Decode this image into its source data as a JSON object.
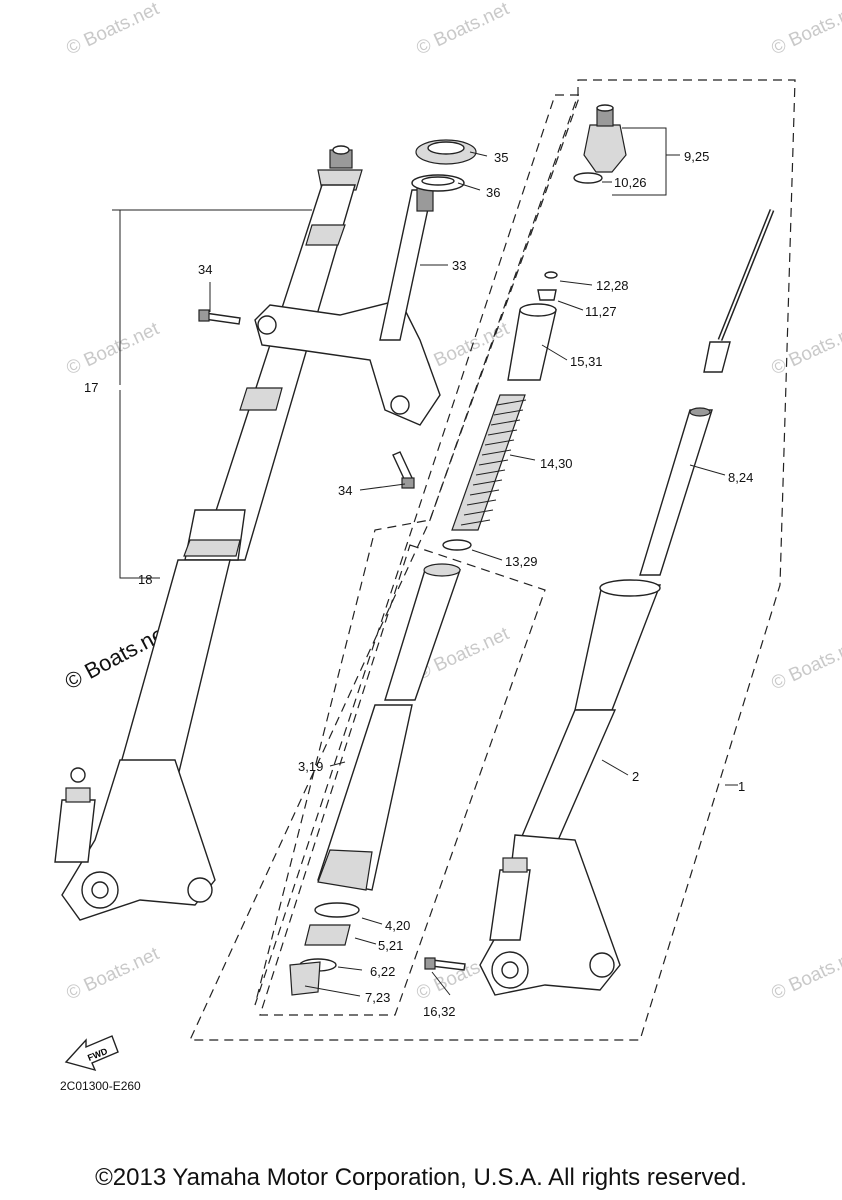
{
  "labels": {
    "l1": "1",
    "l2": "2",
    "l319": "3,19",
    "l420": "4,20",
    "l521": "5,21",
    "l622": "6,22",
    "l723": "7,23",
    "l824": "8,24",
    "l925": "9,25",
    "l1026": "10,26",
    "l1127": "11,27",
    "l1228": "12,28",
    "l1329": "13,29",
    "l1430": "14,30",
    "l1531": "15,31",
    "l1632": "16,32",
    "l17": "17",
    "l18": "18",
    "l33": "33",
    "l34a": "34",
    "l34b": "34",
    "l35": "35",
    "l36": "36"
  },
  "fwd_label": "FWD",
  "diagram_code": "2C01300-E260",
  "watermark": "© Boats.net",
  "copyright": "©2013 Yamaha Motor Corporation, U.S.A. All rights reserved."
}
